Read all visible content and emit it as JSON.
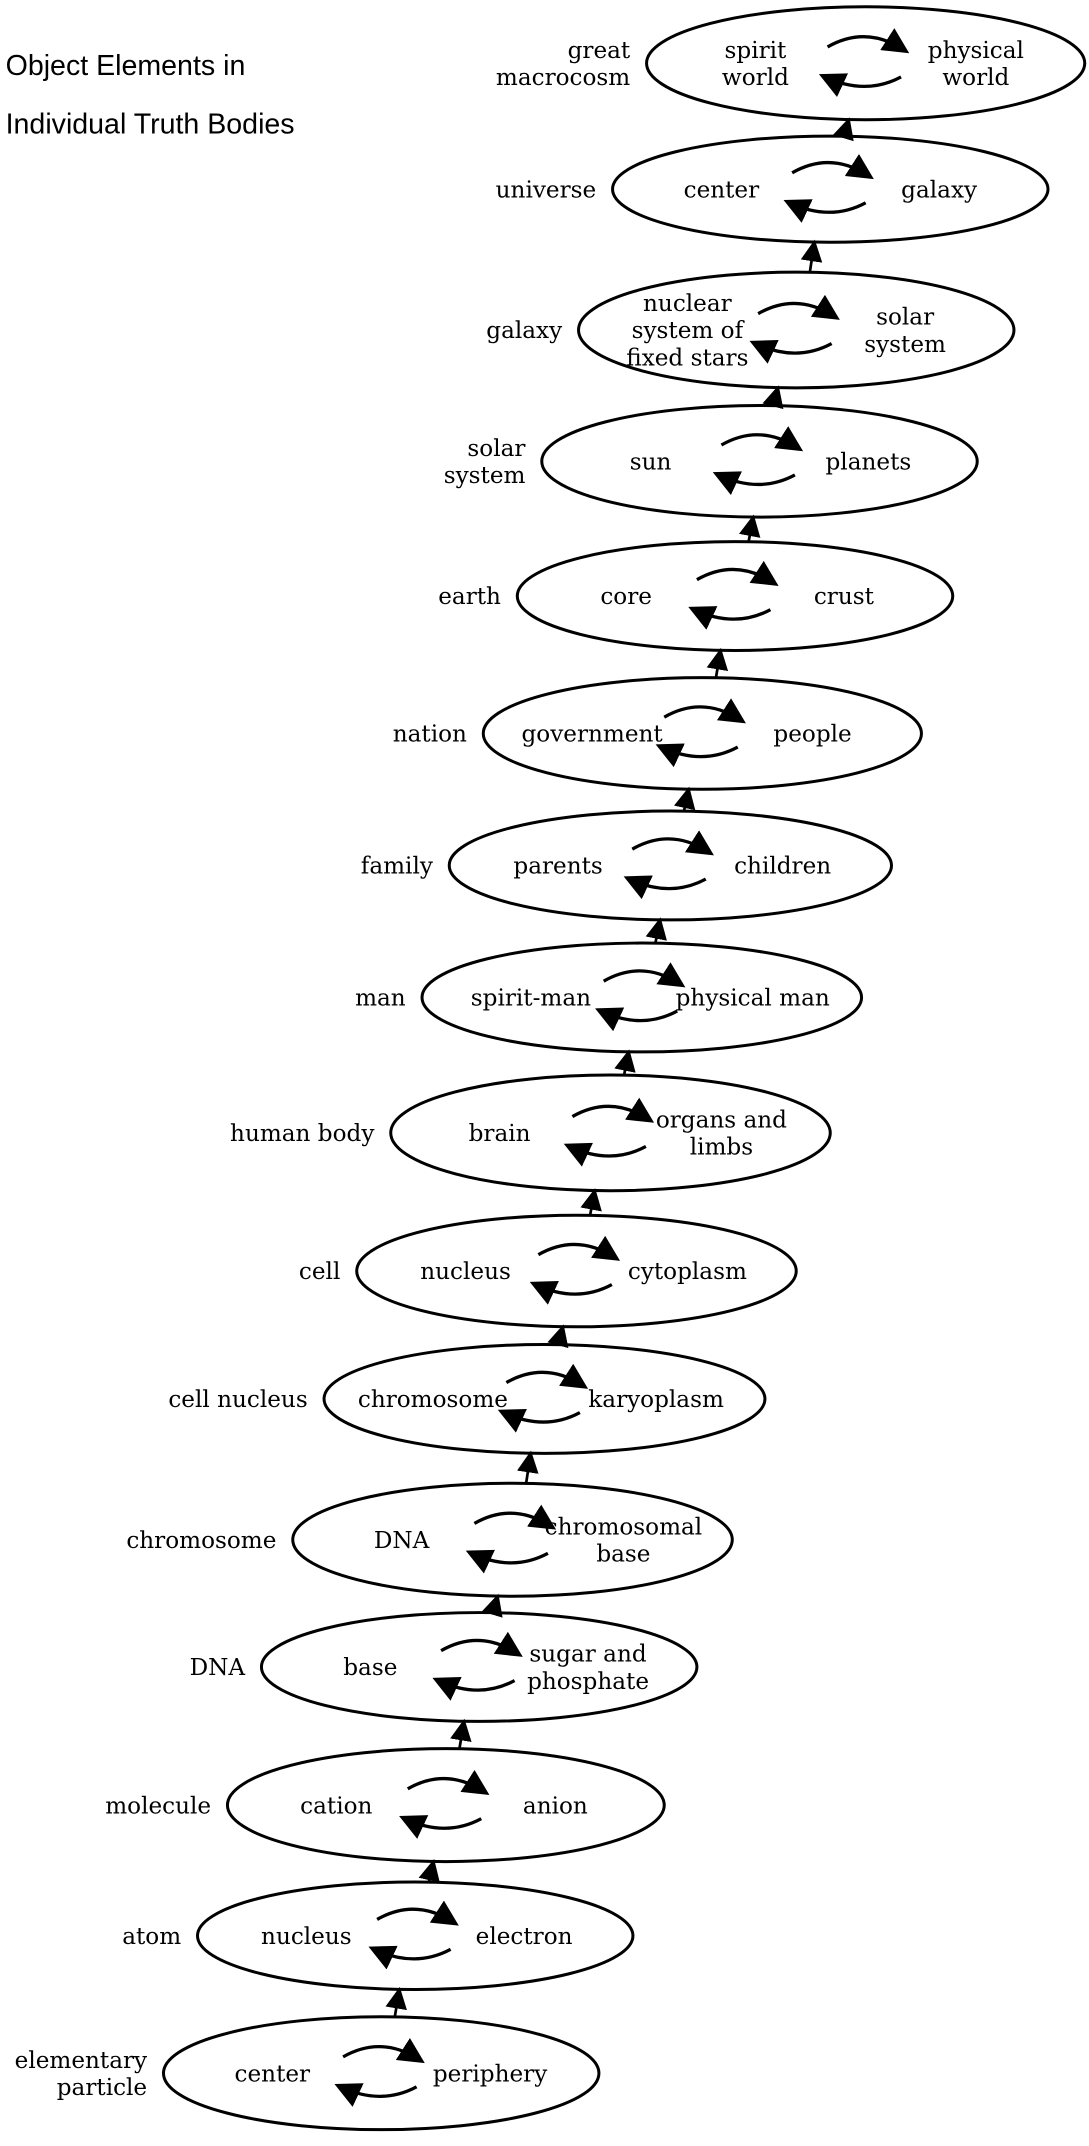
{
  "title": [
    "Object Elements in",
    "Individual Truth Bodies"
  ],
  "levels": [
    {
      "label": [
        "great",
        "macrocosm"
      ],
      "left": [
        "spirit",
        "world"
      ],
      "right": [
        "physical",
        "world"
      ]
    },
    {
      "label": [
        "universe"
      ],
      "left": [
        "center"
      ],
      "right": [
        "galaxy"
      ]
    },
    {
      "label": [
        "galaxy"
      ],
      "left": [
        "nuclear",
        "system of",
        "fixed stars"
      ],
      "right": [
        "solar",
        "system"
      ]
    },
    {
      "label": [
        "solar",
        "system"
      ],
      "left": [
        "sun"
      ],
      "right": [
        "planets"
      ]
    },
    {
      "label": [
        "earth"
      ],
      "left": [
        "core"
      ],
      "right": [
        "crust"
      ]
    },
    {
      "label": [
        "nation"
      ],
      "left": [
        "government"
      ],
      "right": [
        "people"
      ]
    },
    {
      "label": [
        "family"
      ],
      "left": [
        "parents"
      ],
      "right": [
        "children"
      ]
    },
    {
      "label": [
        "man"
      ],
      "left": [
        "spirit-man"
      ],
      "right": [
        "physical man"
      ]
    },
    {
      "label": [
        "human body"
      ],
      "left": [
        "brain"
      ],
      "right": [
        "organs and",
        "limbs"
      ]
    },
    {
      "label": [
        "cell"
      ],
      "left": [
        "nucleus"
      ],
      "right": [
        "cytoplasm"
      ]
    },
    {
      "label": [
        "cell nucleus"
      ],
      "left": [
        "chromosome"
      ],
      "right": [
        "karyoplasm"
      ]
    },
    {
      "label": [
        "chromosome"
      ],
      "left": [
        "DNA"
      ],
      "right": [
        "chromosomal",
        "base"
      ]
    },
    {
      "label": [
        "DNA"
      ],
      "left": [
        "base"
      ],
      "right": [
        "sugar and",
        "phosphate"
      ]
    },
    {
      "label": [
        "molecule"
      ],
      "left": [
        "cation"
      ],
      "right": [
        "anion"
      ]
    },
    {
      "label": [
        "atom"
      ],
      "left": [
        "nucleus"
      ],
      "right": [
        "electron"
      ]
    },
    {
      "label": [
        "elementary",
        "particle"
      ],
      "left": [
        "center"
      ],
      "right": [
        "periphery"
      ]
    }
  ]
}
